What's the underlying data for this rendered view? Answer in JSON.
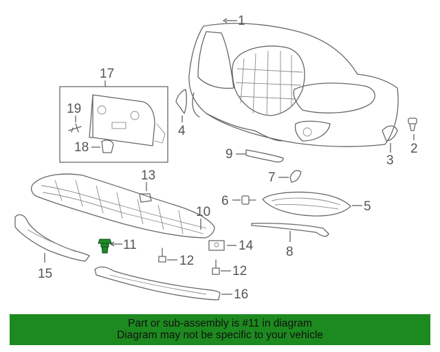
{
  "callouts": {
    "c1": "1",
    "c2": "2",
    "c3": "3",
    "c4": "4",
    "c5": "5",
    "c6": "6",
    "c7": "7",
    "c8": "8",
    "c9": "9",
    "c10": "10",
    "c11": "11",
    "c12a": "12",
    "c12b": "12",
    "c13": "13",
    "c14": "14",
    "c15": "15",
    "c16": "16",
    "c17": "17",
    "c18": "18",
    "c19": "19"
  },
  "banner": {
    "line1": "Part or sub-assembly is #11 in diagram",
    "line2": "Diagram may not be specific to your vehicle"
  },
  "colors": {
    "banner": "#1d8a1f",
    "highlight": "#1f8a2a"
  }
}
